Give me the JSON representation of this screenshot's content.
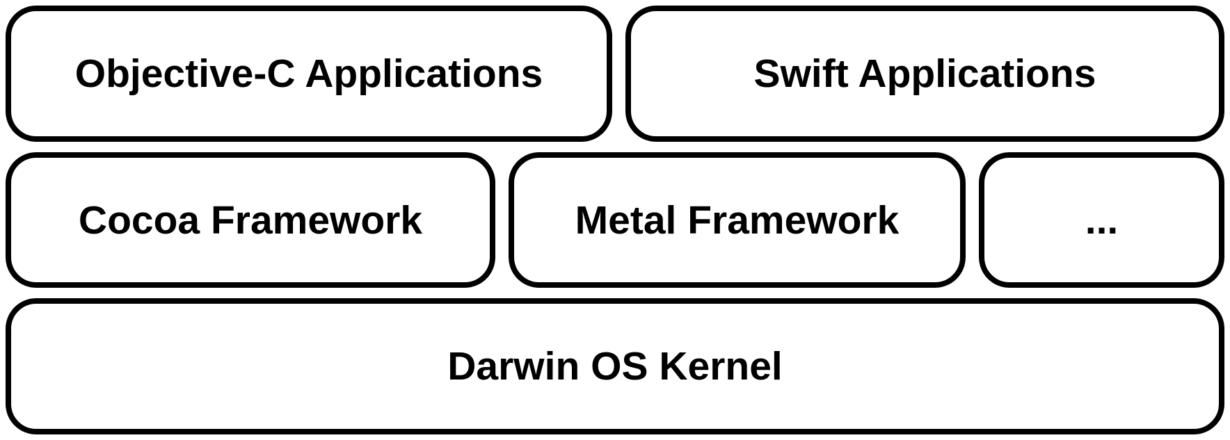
{
  "diagram": {
    "rows": [
      {
        "boxes": [
          {
            "label": "Objective-C Applications"
          },
          {
            "label": "Swift Applications"
          }
        ]
      },
      {
        "boxes": [
          {
            "label": "Cocoa Framework"
          },
          {
            "label": "Metal Framework"
          },
          {
            "label": "..."
          }
        ]
      },
      {
        "boxes": [
          {
            "label": "Darwin OS Kernel"
          }
        ]
      }
    ],
    "colors": {
      "background": "#ffffff",
      "border": "#000000",
      "text": "#000000"
    }
  }
}
